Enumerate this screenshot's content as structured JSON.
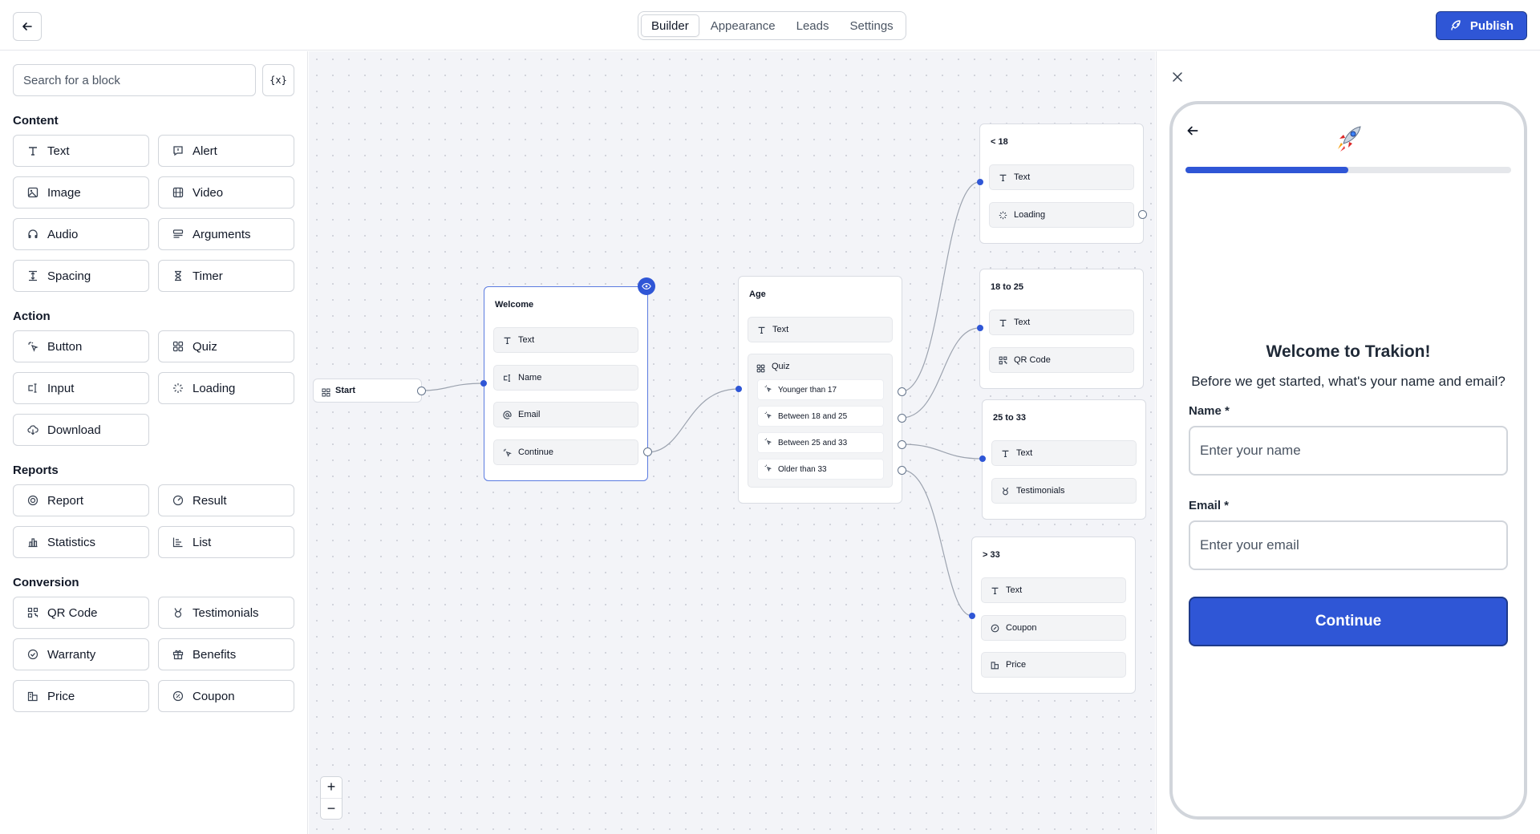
{
  "header": {
    "tabs": [
      {
        "label": "Builder",
        "active": true
      },
      {
        "label": "Appearance",
        "active": false
      },
      {
        "label": "Leads",
        "active": false
      },
      {
        "label": "Settings",
        "active": false
      }
    ],
    "publish_label": "Publish"
  },
  "sidebar": {
    "search_placeholder": "Search for a block",
    "variables_label": "{x}",
    "sections": {
      "content": {
        "title": "Content",
        "items": [
          "Text",
          "Alert",
          "Image",
          "Video",
          "Audio",
          "Arguments",
          "Spacing",
          "Timer"
        ]
      },
      "action": {
        "title": "Action",
        "items": [
          "Button",
          "Quiz",
          "Input",
          "Loading",
          "Download"
        ]
      },
      "reports": {
        "title": "Reports",
        "items": [
          "Report",
          "Result",
          "Statistics",
          "List"
        ]
      },
      "conversion": {
        "title": "Conversion",
        "items": [
          "QR Code",
          "Testimonials",
          "Warranty",
          "Benefits",
          "Price",
          "Coupon"
        ]
      }
    }
  },
  "canvas": {
    "start": {
      "label": "Start"
    },
    "welcome": {
      "title": "Welcome",
      "blocks": [
        "Text",
        "Name",
        "Email",
        "Continue"
      ]
    },
    "age": {
      "title": "Age",
      "blocks": [
        "Text",
        "Quiz"
      ],
      "options": [
        "Younger than 17",
        "Between 18 and 25",
        "Between 25 and 33",
        "Older than 33"
      ]
    },
    "lt18": {
      "title": "< 18",
      "blocks": [
        "Text",
        "Loading"
      ]
    },
    "r18to25": {
      "title": "18 to 25",
      "blocks": [
        "Text",
        "QR Code"
      ]
    },
    "r25to33": {
      "title": "25 to 33",
      "blocks": [
        "Text",
        "Testimonials"
      ]
    },
    "gt33": {
      "title": "> 33",
      "blocks": [
        "Text",
        "Coupon",
        "Price"
      ]
    },
    "zoom": {
      "in": "+",
      "out": "−"
    }
  },
  "preview": {
    "progress": 0.5,
    "title": "Welcome to Trakion!",
    "subtitle": "Before we get started, what's your name and email?",
    "name_label": "Name *",
    "name_placeholder": "Enter your name",
    "email_label": "Email *",
    "email_placeholder": "Enter your email",
    "continue_label": "Continue"
  },
  "colors": {
    "accent": "#2f56d6",
    "canvas_bg": "#f3f4f8"
  }
}
